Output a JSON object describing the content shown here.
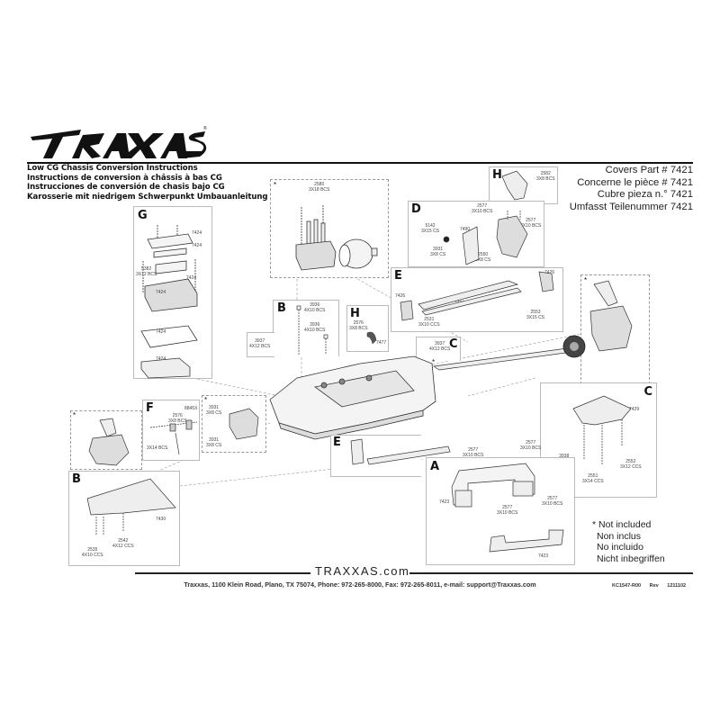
{
  "header": {
    "brand": "TRAXXAS",
    "titles": [
      "Low CG Chassis Conversion Instructions",
      "Instructions de conversion à châssis à bas CG",
      "Instrucciones de conversión de chasis bajo CG",
      "Karosserie mit niedrigem Schwerpunkt Umbauanleitung"
    ],
    "covers": [
      "Covers Part # 7421",
      "Concerne le pièce # 7421",
      "Cubre pieza n.° 7421",
      "Umfasst Teilenummer 7421"
    ]
  },
  "panels": {
    "G": {
      "label": "G",
      "parts": [
        "7424",
        "7424",
        "5382\n3X12 BCS",
        "7424",
        "7424",
        "7424",
        "7424"
      ]
    },
    "motor": {
      "star": "*",
      "parts": [
        "2580\n3X18 BCS"
      ]
    },
    "B_top": {
      "label": "B",
      "parts": [
        "3936\n4X10 BCS",
        "3936\n4X10 BCS",
        "3937\n4X12 BCS"
      ]
    },
    "H_center": {
      "label": "H",
      "parts": [
        "2576\n3X8 BCS",
        "7477"
      ]
    },
    "H_top": {
      "label": "H",
      "parts": [
        "2582\n3X8 BCS"
      ]
    },
    "D": {
      "label": "D",
      "parts": [
        "2577\n3X10 BCS",
        "2577\n3X10 BCS",
        "5142\n3X15 CS",
        "7490",
        "3931\n3X8 CS",
        "2550\n3X8 CS"
      ]
    },
    "E_top": {
      "label": "E",
      "parts": [
        "7426",
        "7426",
        "7426",
        "2531\n3X10 CCS",
        "2553\n3X15 CS"
      ]
    },
    "C_small": {
      "label": "C",
      "parts": [
        "3937\n4X12 BCS"
      ]
    },
    "C_right": {
      "label": "C",
      "parts": [
        "7429",
        "3938\n4X14 BCS",
        "2551\n3X14 CCS",
        "2552\n3X12 CCS"
      ]
    },
    "F": {
      "label": "F",
      "parts": [
        "2576\n3X8 BCS",
        "8845X",
        "3X14 BCS"
      ]
    },
    "servo": {
      "star": "*",
      "parts": [
        "3931\n3X8 CS",
        "3931\n3X8 CS"
      ]
    },
    "B_bottom": {
      "label": "B",
      "parts": [
        "7430",
        "2535\n4X10 CCS",
        "2542\n4X12 CCS"
      ]
    },
    "E_bottom": {
      "label": "E"
    },
    "A": {
      "label": "A",
      "parts": [
        "2577\n3X10 BCS",
        "2577\n3X10 BCS",
        "7423",
        "2577\n3X10 BCS",
        "2577\n3X10 BCS",
        "7423"
      ]
    }
  },
  "legend": {
    "star": "*",
    "lines": [
      "Not included",
      "Non inclus",
      "No incluido",
      "Nicht inbegriffen"
    ]
  },
  "footer": {
    "site": "TRAXXAS.com",
    "address": "Traxxas, 1100 Klein Road, Plano, TX 75074, Phone: 972-265-8000, Fax: 972-265-8011, e-mail: support@Traxxas.com",
    "doc_id": "KC1547-R00",
    "rev": "Rev 1211102"
  }
}
